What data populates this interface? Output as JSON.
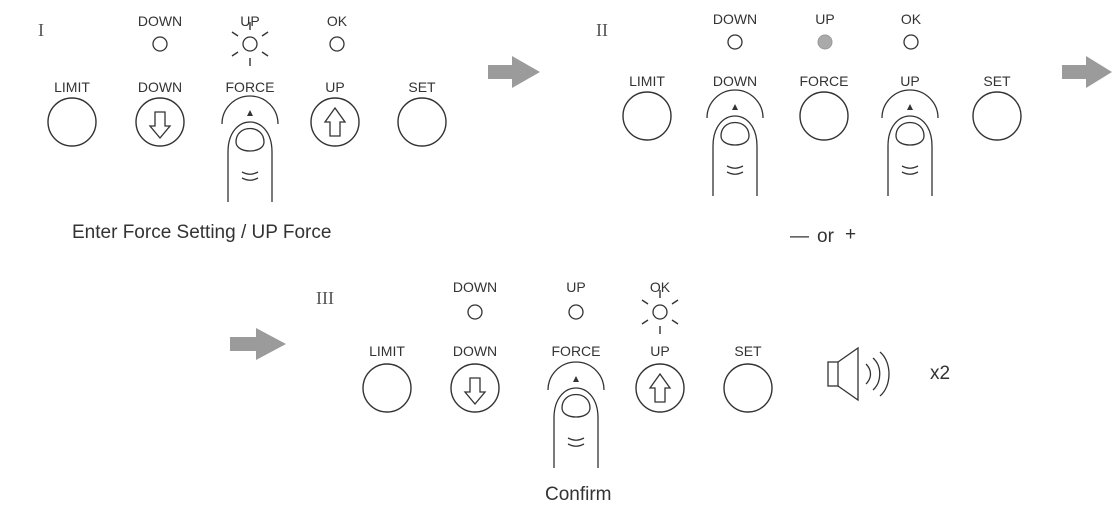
{
  "steps": {
    "step1": {
      "roman": "I",
      "caption": "Enter Force Setting / UP Force",
      "leds": {
        "down": "DOWN",
        "up": "UP",
        "ok": "OK"
      },
      "buttons": {
        "limit": "LIMIT",
        "down": "DOWN",
        "force": "FORCE",
        "up": "UP",
        "set": "SET"
      }
    },
    "step2": {
      "roman": "II",
      "caption_minus": "—",
      "caption_or": "or",
      "caption_plus": "+",
      "leds": {
        "down": "DOWN",
        "up": "UP",
        "ok": "OK"
      },
      "buttons": {
        "limit": "LIMIT",
        "down": "DOWN",
        "force": "FORCE",
        "up": "UP",
        "set": "SET"
      }
    },
    "step3": {
      "roman": "III",
      "caption": "Confirm",
      "beep_count": "x2",
      "leds": {
        "down": "DOWN",
        "up": "UP",
        "ok": "OK"
      },
      "buttons": {
        "limit": "LIMIT",
        "down": "DOWN",
        "force": "FORCE",
        "up": "UP",
        "set": "SET"
      }
    }
  },
  "colors": {
    "arrow": "#9b9b9b",
    "led_lit_gray": "#aaaaaa",
    "ink": "#333333"
  }
}
